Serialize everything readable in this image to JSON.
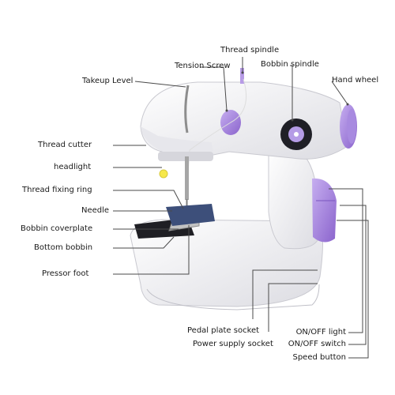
{
  "diagram": {
    "colors": {
      "body": "#f3f3f6",
      "body_shade": "#d9d9df",
      "accent": "#a07fd8",
      "accent_dark": "#7a55bf",
      "metal": "#9c9c9c",
      "plate": "#3d4f7a",
      "line": "#555555",
      "light": "#f6e84a"
    },
    "labels": {
      "thread_spindle": "Thread spindle",
      "tension_screw": "Tension Screw",
      "bobbin_spindle": "Bobbin spindle",
      "hand_wheel": "Hand wheel",
      "takeup_level": "Takeup Level",
      "thread_cutter": "Thread cutter",
      "headlight": "headlight",
      "thread_fixing_ring": "Thread fixing ring",
      "needle": "Needle",
      "bobbin_coverplate": "Bobbin coverplate",
      "bottom_bobbin": "Bottom bobbin",
      "pressor_foot": "Pressor foot",
      "pedal_plate_socket": "Pedal plate socket",
      "power_supply_socket": "Power supply socket",
      "on_off_light": "ON/OFF light",
      "on_off_switch": "ON/OFF switch",
      "speed_button": "Speed button"
    }
  }
}
